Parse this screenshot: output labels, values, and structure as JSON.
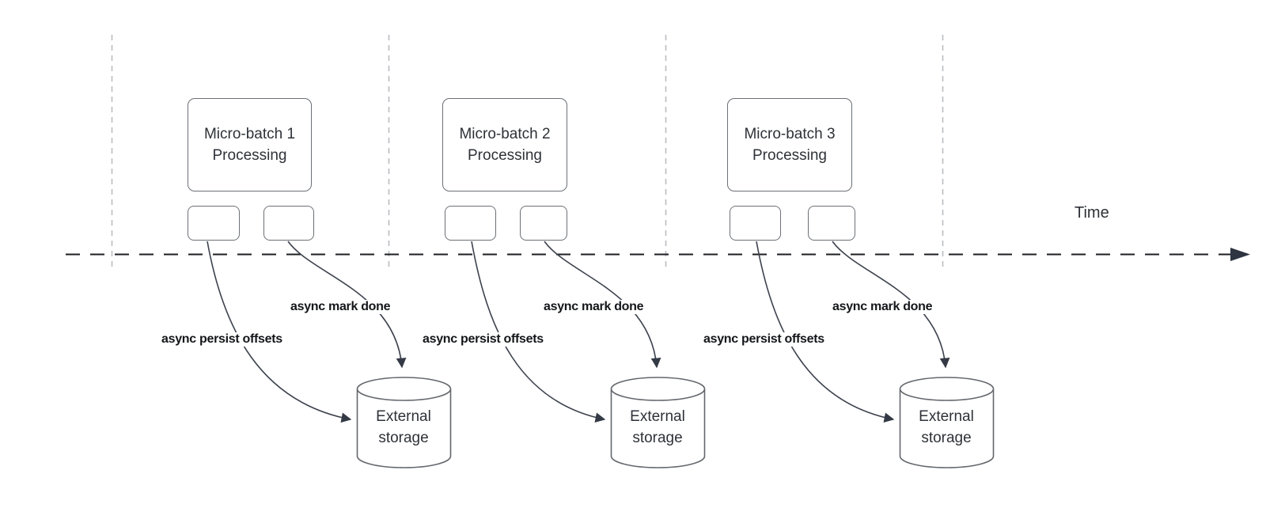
{
  "timeline": {
    "label": "Time"
  },
  "groups": [
    {
      "box_line1": "Micro-batch 1",
      "box_line2": "Processing",
      "persist_label": "async persist offsets",
      "markdone_label": "async mark done",
      "storage_line1": "External",
      "storage_line2": "storage"
    },
    {
      "box_line1": "Micro-batch 2",
      "box_line2": "Processing",
      "persist_label": "async persist offsets",
      "markdone_label": "async mark done",
      "storage_line1": "External",
      "storage_line2": "storage"
    },
    {
      "box_line1": "Micro-batch 3",
      "box_line2": "Processing",
      "persist_label": "async persist offsets",
      "markdone_label": "async mark done",
      "storage_line1": "External",
      "storage_line2": "storage"
    }
  ],
  "colors": {
    "divider_gray": "#b9bdc2",
    "timeline_black": "#1c1e21",
    "shape_stroke_gray": "#6c7075",
    "arrow_dark": "#3c424e",
    "text_dark": "#2e3238",
    "label_black": "#14161a"
  }
}
